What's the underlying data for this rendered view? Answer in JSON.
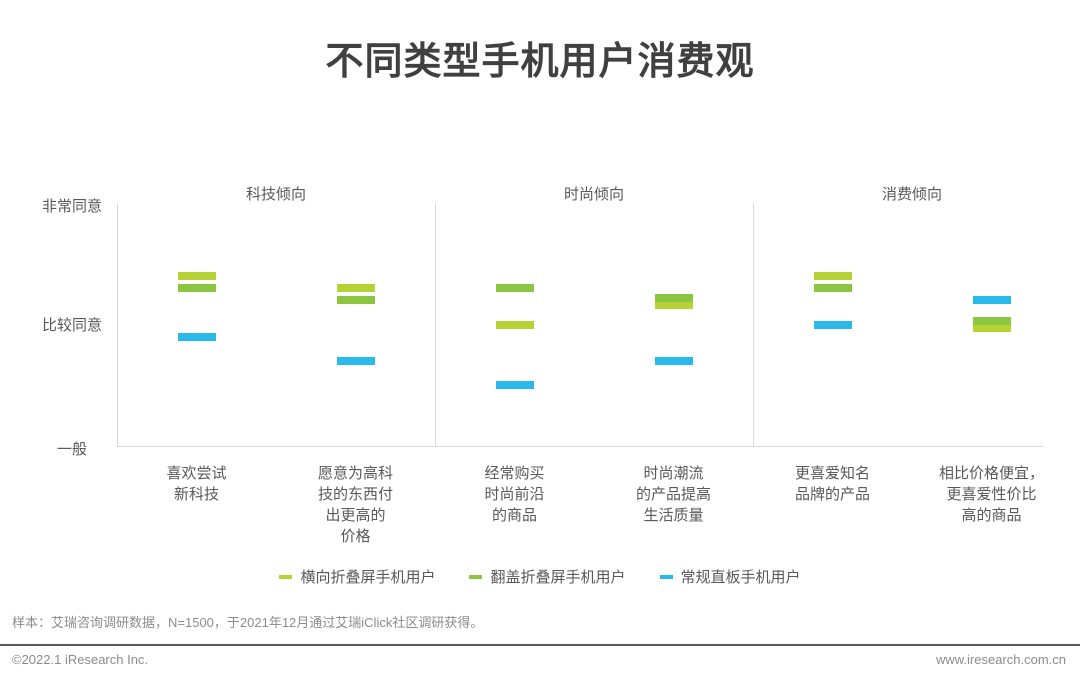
{
  "title": "不同类型手机用户消费观",
  "chart_data": {
    "type": "scatter",
    "marker_style": "horizontal-dash",
    "grid": false,
    "legend_position": "bottom",
    "y_axis": {
      "tick_labels": [
        "非常同意",
        "比较同意",
        "一般"
      ],
      "tick_values": [
        5,
        4,
        3
      ],
      "range": [
        3,
        5
      ]
    },
    "sections": [
      {
        "label": "科技倾向"
      },
      {
        "label": "时尚倾向"
      },
      {
        "label": "消费倾向"
      }
    ],
    "categories": [
      {
        "label": "喜欢尝试新科技",
        "lines": [
          "喜欢尝试",
          "新科技"
        ],
        "section": "科技倾向"
      },
      {
        "label": "愿意为高科技的东西付出更高的价格",
        "lines": [
          "愿意为高科",
          "技的东西付",
          "出更高的",
          "价格"
        ],
        "section": "科技倾向"
      },
      {
        "label": "经常购买时尚前沿的商品",
        "lines": [
          "经常购买",
          "时尚前沿",
          "的商品"
        ],
        "section": "时尚倾向"
      },
      {
        "label": "时尚潮流的产品提高生活质量",
        "lines": [
          "时尚潮流",
          "的产品提高",
          "生活质量"
        ],
        "section": "时尚倾向"
      },
      {
        "label": "更喜爱知名品牌的产品",
        "lines": [
          "更喜爱知名",
          "品牌的产品"
        ],
        "section": "消费倾向"
      },
      {
        "label": "相比价格便宜，更喜爱性价比高的商品",
        "lines": [
          "相比价格便宜，",
          "更喜爱性价比",
          "高的商品"
        ],
        "section": "消费倾向"
      }
    ],
    "series": [
      {
        "name": "横向折叠屏手机用户",
        "color": "#b5d334",
        "values": [
          4.4,
          4.3,
          4.0,
          4.16,
          4.4,
          3.97
        ]
      },
      {
        "name": "翻盖折叠屏手机用户",
        "color": "#8cc540",
        "values": [
          4.3,
          4.2,
          4.3,
          4.22,
          4.3,
          4.03
        ]
      },
      {
        "name": "常规直板手机用户",
        "color": "#29b9ea",
        "values": [
          3.9,
          3.7,
          3.5,
          3.7,
          4.0,
          4.2
        ]
      }
    ]
  },
  "footnote": "样本：艾瑞咨询调研数据，N=1500，于2021年12月通过艾瑞iClick社区调研获得。",
  "footer": {
    "left": "©2022.1 iResearch Inc.",
    "right": "www.iresearch.com.cn"
  }
}
